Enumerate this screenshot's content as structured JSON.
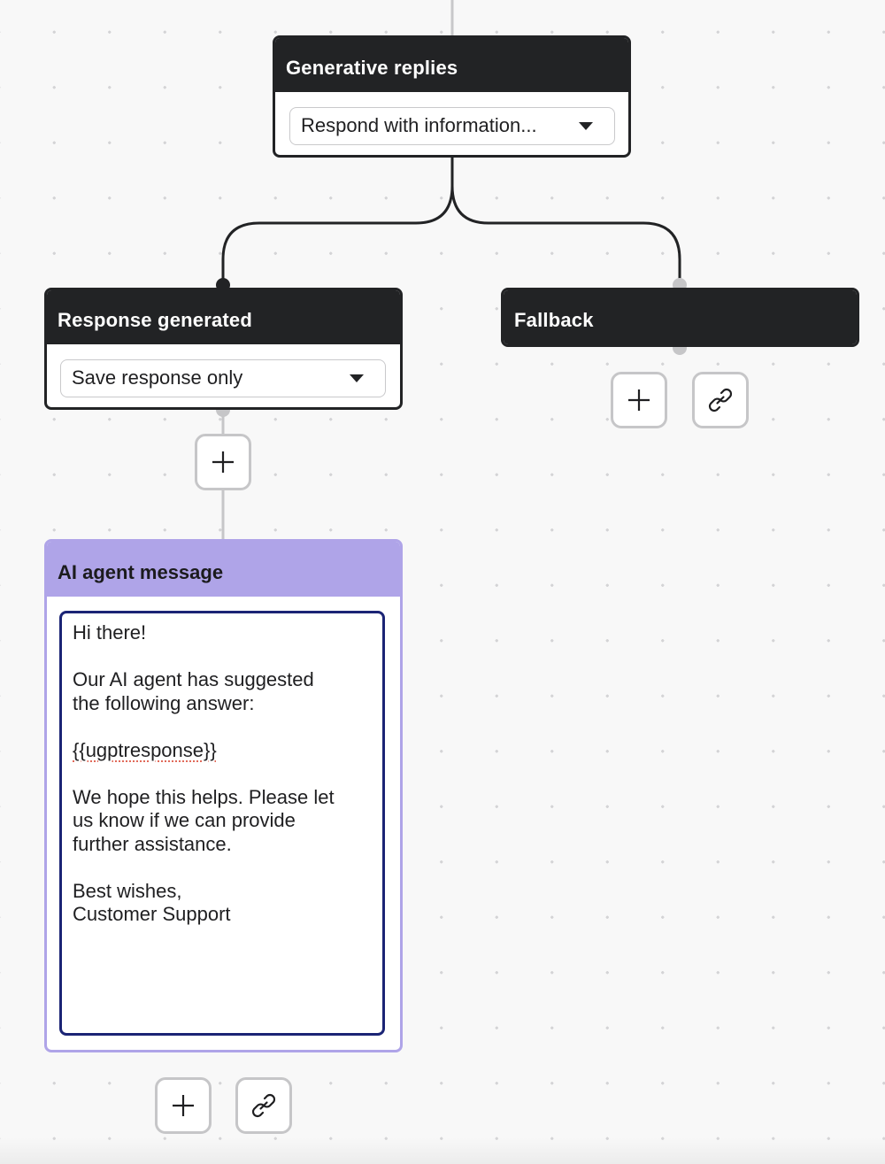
{
  "nodes": {
    "generative_replies": {
      "title": "Generative replies",
      "dropdown_value": "Respond with information..."
    },
    "response_generated": {
      "title": "Response generated",
      "dropdown_value": "Save response only"
    },
    "fallback": {
      "title": "Fallback"
    },
    "ai_agent_message": {
      "title": "AI agent message",
      "message": {
        "greeting": "Hi there!",
        "intro_line1": "Our AI agent has suggested",
        "intro_line2": "the following answer:",
        "placeholder": "{{ugptresponse}}",
        "closing_line1": "We hope this helps. Please let",
        "closing_line2": "us know if we can provide",
        "closing_line3": "further assistance.",
        "signoff": "Best wishes,",
        "signature": "Customer Support"
      }
    }
  },
  "icons": {
    "add": "plus-icon",
    "link": "link-icon",
    "dropdown": "caret-down-icon"
  },
  "colors": {
    "node_header": "#222325",
    "ai_node_accent": "#afa4e8",
    "message_border": "#1b2475",
    "canvas": "#f8f8f8"
  }
}
